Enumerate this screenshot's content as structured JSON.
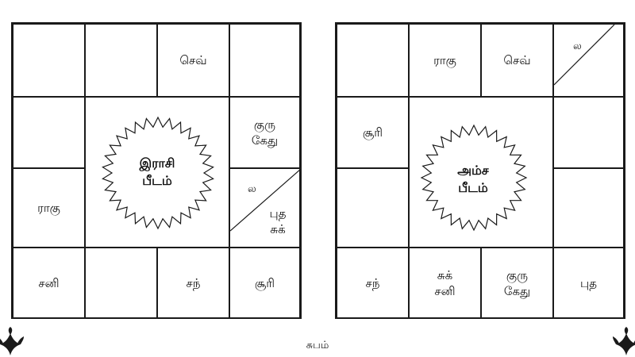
{
  "rasi_chart": {
    "center_label_line1": "இராசி",
    "center_label_line2": "பீடம்",
    "cells": {
      "r0c0": [],
      "r0c1": [],
      "r0c2": [
        "செவ்"
      ],
      "r0c3": [],
      "r1c0": [],
      "r1c3": [
        "குரு",
        "கேது"
      ],
      "r2c0": [
        "ராகு"
      ],
      "r2c3_lagna": "ல",
      "r2c3": [
        "புத",
        "சுக்"
      ],
      "r3c0": [
        "சனி"
      ],
      "r3c1": [],
      "r3c2": [
        "சந்"
      ],
      "r3c3": [
        "சூரி"
      ]
    }
  },
  "amsa_chart": {
    "center_label_line1": "அம்ச",
    "center_label_line2": "பீடம்",
    "cells": {
      "r0c0": [],
      "r0c1": [
        "ராகு"
      ],
      "r0c2": [
        "செவ்"
      ],
      "r0c3_lagna": "ல",
      "r0c3": [],
      "r1c0": [
        "சூரி"
      ],
      "r1c3": [],
      "r2c0": [],
      "r2c3": [],
      "r3c0": [
        "சந்"
      ],
      "r3c1": [
        "சுக்",
        "சனி"
      ],
      "r3c2": [
        "குரு",
        "கேது"
      ],
      "r3c3": [
        "புத"
      ]
    }
  },
  "footer": {
    "text": "சுபம்"
  },
  "ornament_icon": "flower-ornament-icon",
  "colors": {
    "line": "#1a1a1a",
    "text": "#111111",
    "background": "#ffffff"
  }
}
